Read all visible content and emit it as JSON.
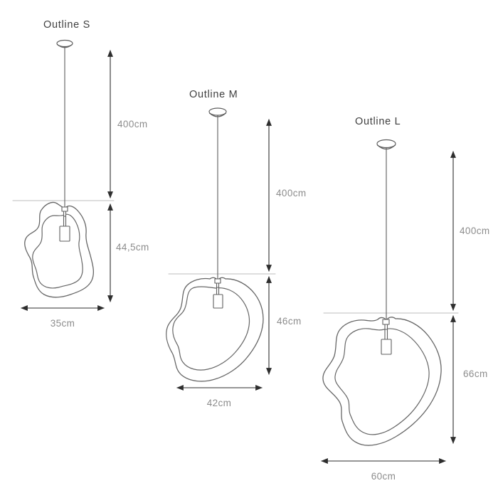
{
  "diagram": {
    "lamps": [
      {
        "id": "outline-s",
        "title": "Outline S",
        "cord_length": "400cm",
        "shade_height": "44,5cm",
        "shade_width": "35cm"
      },
      {
        "id": "outline-m",
        "title": "Outline M",
        "cord_length": "400cm",
        "shade_height": "46cm",
        "shade_width": "42cm"
      },
      {
        "id": "outline-l",
        "title": "Outline L",
        "cord_length": "400cm",
        "shade_height": "66cm",
        "shade_width": "60cm"
      }
    ],
    "colors": {
      "background": "#ffffff",
      "drawing_stroke": "#666666",
      "dimension_stroke": "#2e2e2e",
      "extension_line": "#bdbdbd",
      "title_text": "#3f3f3f",
      "dimension_text": "#8c8c8c"
    }
  }
}
